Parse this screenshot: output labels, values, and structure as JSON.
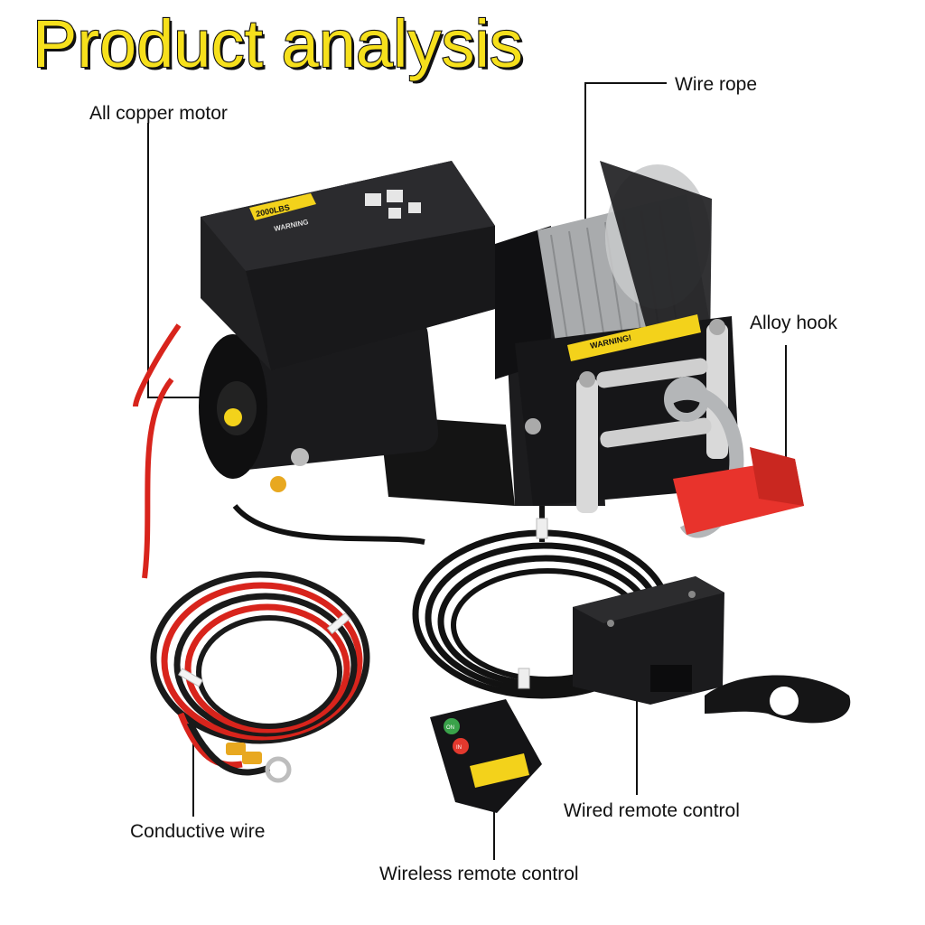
{
  "title": "Product analysis",
  "labels": {
    "motor": "All copper motor",
    "rope": "Wire rope",
    "hook": "Alloy hook",
    "wire": "Conductive wire",
    "wired": "Wired remote control",
    "wireless": "Wireless remote control"
  },
  "product": {
    "capacity_label": "2000LBS",
    "warning_label": "WARNING",
    "warning_banner": "WARNING!",
    "remote_on": "ON",
    "remote_in": "IN"
  },
  "colors": {
    "title_fill": "#f6e01c",
    "title_outline": "#111111",
    "winch_body": "#1b1b1d",
    "cable_red": "#d8241c",
    "strap_red": "#e8332c",
    "warning_yellow": "#f3d21b",
    "wire_rope": "#a9abad"
  }
}
